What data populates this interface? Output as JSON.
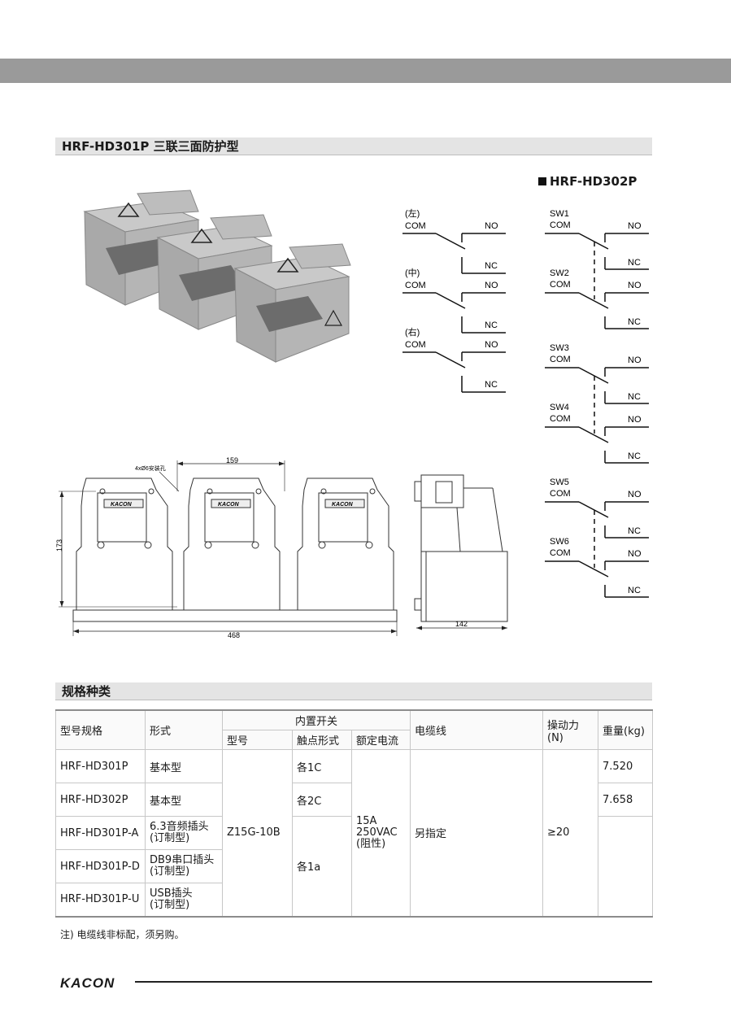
{
  "section1": {
    "title": "HRF-HD301P 三联三面防护型"
  },
  "subtitle": "HRF-HD302P",
  "dimensions": {
    "hole_note": "4xØ6安装孔",
    "width_159": "159",
    "height_173": "173",
    "width_468": "468",
    "depth_142": "142",
    "logo_text": "KACON"
  },
  "wiring_left": [
    {
      "label": "(左)",
      "com": "COM",
      "no": "NO",
      "nc": "NC"
    },
    {
      "label": "(中)",
      "com": "COM",
      "no": "NO",
      "nc": "NC"
    },
    {
      "label": "(右)",
      "com": "COM",
      "no": "NO",
      "nc": "NC"
    }
  ],
  "wiring_right": [
    {
      "label": "SW1",
      "com": "COM",
      "no": "NO",
      "nc": "NC"
    },
    {
      "label": "SW2",
      "com": "COM",
      "no": "NO",
      "nc": "NC"
    },
    {
      "label": "SW3",
      "com": "COM",
      "no": "NO",
      "nc": "NC"
    },
    {
      "label": "SW4",
      "com": "COM",
      "no": "NO",
      "nc": "NC"
    },
    {
      "label": "SW5",
      "com": "COM",
      "no": "NO",
      "nc": "NC"
    },
    {
      "label": "SW6",
      "com": "COM",
      "no": "NO",
      "nc": "NC"
    }
  ],
  "section2": {
    "title": "规格种类"
  },
  "table": {
    "headers": {
      "model": "型号规格",
      "form": "形式",
      "switch_group": "内置开关",
      "switch_model": "型号",
      "contact": "触点形式",
      "rated": "额定电流",
      "cable": "电缆线",
      "force": "操动力(N)",
      "weight": "重量(kg)"
    },
    "rows": [
      {
        "model": "HRF-HD301P",
        "form": "基本型",
        "weight": "7.520"
      },
      {
        "model": "HRF-HD302P",
        "form": "基本型",
        "weight": "7.658"
      },
      {
        "model": "HRF-HD301P-A",
        "form_line1": "6.3音频插头",
        "form_line2": "(订制型)"
      },
      {
        "model": "HRF-HD301P-D",
        "form_line1": "DB9串口插头",
        "form_line2": "(订制型)"
      },
      {
        "model": "HRF-HD301P-U",
        "form_line1": "USB插头",
        "form_line2": "(订制型)"
      }
    ],
    "shared": {
      "switch_model": "Z15G-10B",
      "contact_1c": "各1C",
      "contact_2c": "各2C",
      "contact_1a": "各1a",
      "rated_line1": "15A",
      "rated_line2": "250VAC",
      "rated_line3": "(阻性)",
      "cable": "另指定",
      "force": "≥20"
    }
  },
  "note": "注) 电缆线非标配，须另购。",
  "brand": "KACON"
}
